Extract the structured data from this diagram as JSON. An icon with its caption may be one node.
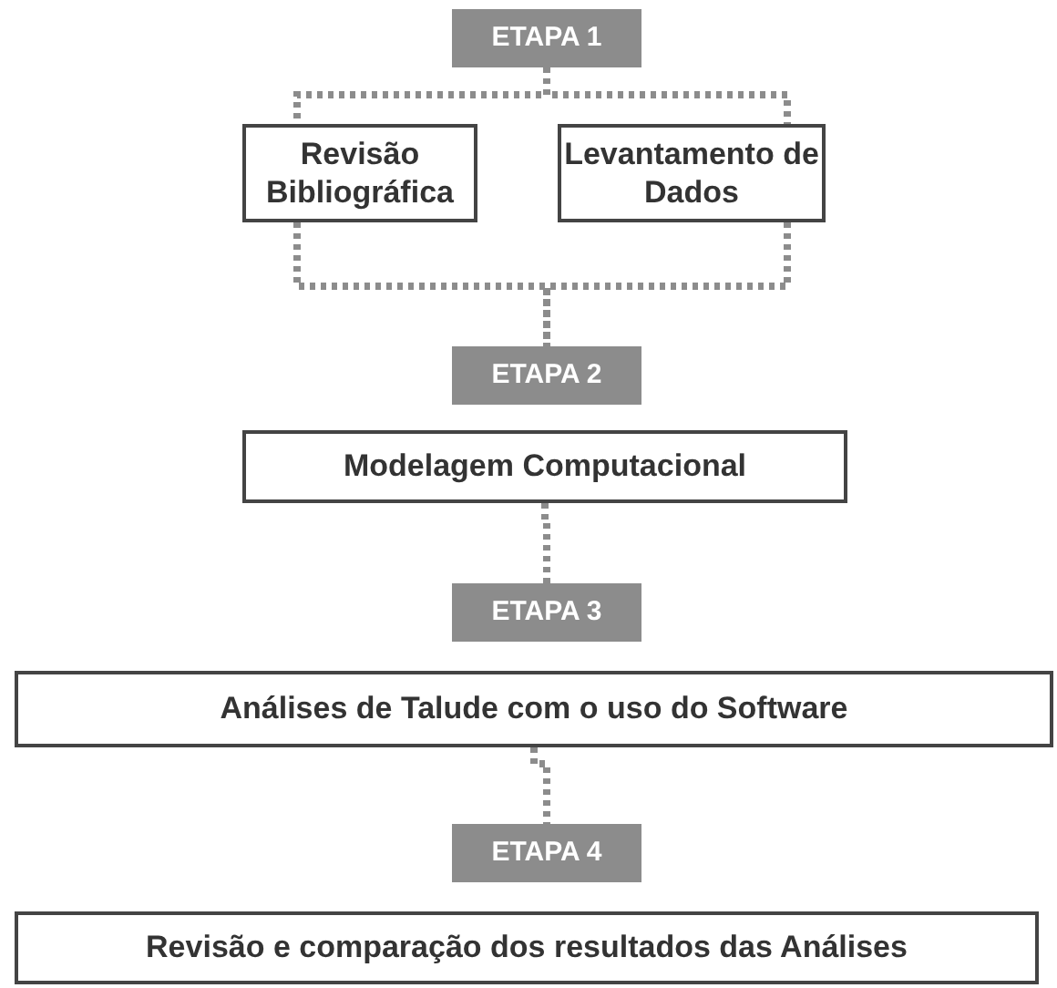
{
  "diagram": {
    "nodes": [
      {
        "text": [
          "ETAPA 1"
        ]
      },
      {
        "text": [
          "Revisão Bibliográfica"
        ]
      },
      {
        "text": [
          "Levantamento de Dados"
        ]
      },
      {
        "text": [
          "ETAPA 2"
        ]
      },
      {
        "text": [
          "Modelagem Computacional"
        ]
      },
      {
        "text": [
          "ETAPA 3"
        ]
      },
      {
        "text": [
          "Análises de Talude com o uso do Software"
        ]
      },
      {
        "text": [
          "ETAPA 4"
        ]
      },
      {
        "text": [
          "Revisão e comparação dos resultados das Análises"
        ]
      }
    ],
    "edges": [
      {
        "from": 0,
        "to": 1,
        "arrow": "none",
        "style": "dashed"
      },
      {
        "from": 0,
        "to": 2,
        "arrow": "none",
        "style": "dashed"
      },
      {
        "from": 1,
        "to": 3,
        "arrow": "none",
        "style": "dashed"
      },
      {
        "from": 2,
        "to": 3,
        "arrow": "none",
        "style": "dashed"
      },
      {
        "from": 4,
        "to": 5,
        "arrow": "none",
        "style": "dashed"
      },
      {
        "from": 6,
        "to": 7,
        "arrow": "none",
        "style": "dashed"
      }
    ]
  }
}
